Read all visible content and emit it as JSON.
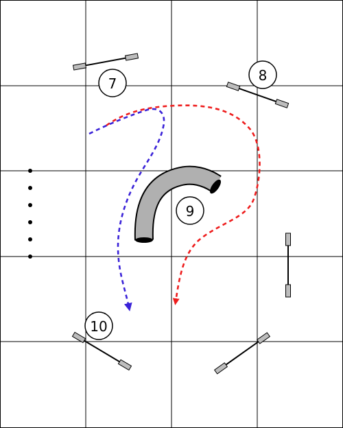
{
  "colors": {
    "grid": "#000000",
    "route_red": "#ee1c1c",
    "route_blue": "#3a22d8",
    "tunnel_fill": "#b0b0b0",
    "bar": "#000000",
    "standard": "#bdbdbd"
  },
  "obstacles": [
    {
      "kind": "jump",
      "number": "7"
    },
    {
      "kind": "jump",
      "number": "8"
    },
    {
      "kind": "tunnel",
      "number": "9"
    },
    {
      "kind": "jump",
      "number": "10"
    },
    {
      "kind": "jump",
      "number": ""
    },
    {
      "kind": "jump",
      "number": ""
    },
    {
      "kind": "weave-poles",
      "number": "",
      "count": 6
    }
  ],
  "routes": [
    {
      "name": "",
      "color_key": "route_red",
      "style": "dashed"
    },
    {
      "name": "",
      "color_key": "route_blue",
      "style": "dashed"
    }
  ]
}
